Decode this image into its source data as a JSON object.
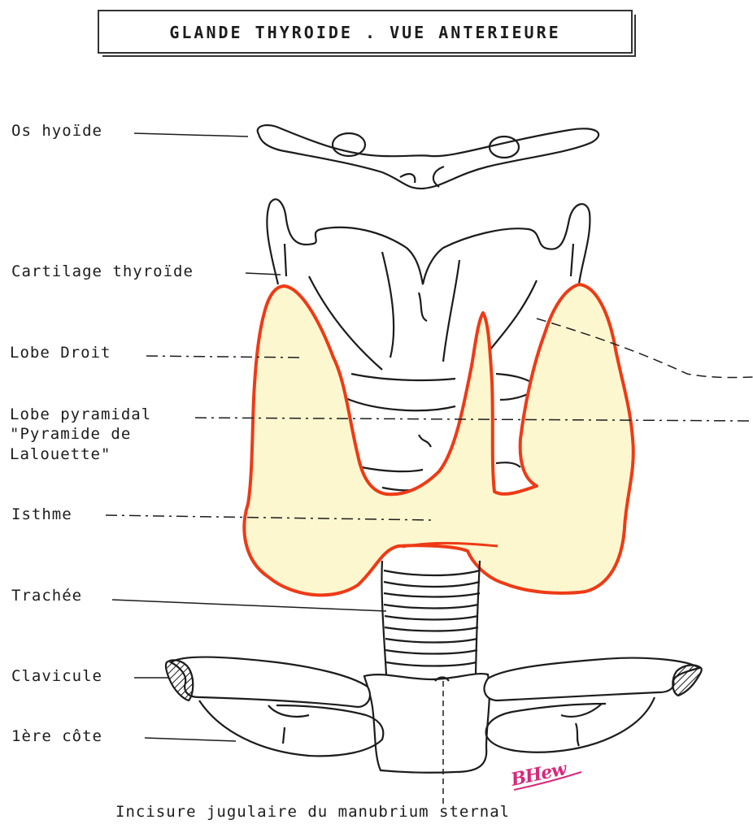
{
  "title": "GLANDE THYROIDE . VUE ANTERIEURE",
  "labels": {
    "os_hyoide": "Os hyoïde",
    "cartilage_thyroide": "Cartilage thyroïde",
    "lobe_droit": "Lobe Droit",
    "lobe_pyramidal_1": "Lobe pyramidal",
    "lobe_pyramidal_2": "\"Pyramide de",
    "lobe_pyramidal_3": "Lalouette\"",
    "isthme": "Isthme",
    "trachee": "Trachée",
    "clavicule": "Clavicule",
    "premiere_cote": "1ère  côte",
    "incisure": "Incisure jugulaire du manubrium sternal"
  },
  "signature": "BHew",
  "colors": {
    "gland_outline": "#ee3a16",
    "gland_fill": "#fdf7cf",
    "ink": "#1c1c1c",
    "signature": "#d8287a"
  }
}
